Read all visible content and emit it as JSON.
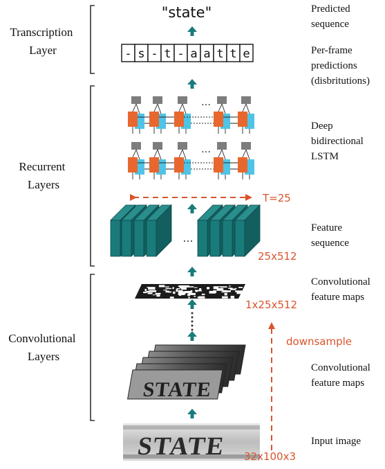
{
  "layers": {
    "transcription": [
      "Transcription",
      "Layer"
    ],
    "recurrent": [
      "Recurrent",
      "Layers"
    ],
    "convolutional": [
      "Convolutional",
      "Layers"
    ]
  },
  "labels": {
    "predicted": [
      "Predicted",
      "sequence"
    ],
    "per_frame": [
      "Per-frame",
      "predictions",
      "(disbritutions)"
    ],
    "lstm": [
      "Deep",
      "bidirectional",
      "LSTM"
    ],
    "feature_seq": [
      "Feature",
      "sequence"
    ],
    "conv_maps_top": [
      "Convolutional",
      "feature maps"
    ],
    "conv_maps_bottom": [
      "Convolutional",
      "feature maps"
    ],
    "input": "Input image"
  },
  "predicted_text": "\"state\"",
  "frames": [
    "-",
    "s",
    "-",
    "t",
    "-",
    "a",
    "a",
    "t",
    "t",
    "e"
  ],
  "dims": {
    "t": "T=25",
    "feature": "25x512",
    "conv": "1x25x512",
    "input": "32x100x3",
    "downsample": "downsample"
  },
  "word_image": "STATE",
  "ellipsis": "…",
  "colors": {
    "teal": "#1a7b7b",
    "orange": "#e8672e",
    "cyan": "#4fc4e6",
    "gray": "#7d7d7d",
    "annotation": "#d9542c",
    "bracket": "#333333"
  }
}
